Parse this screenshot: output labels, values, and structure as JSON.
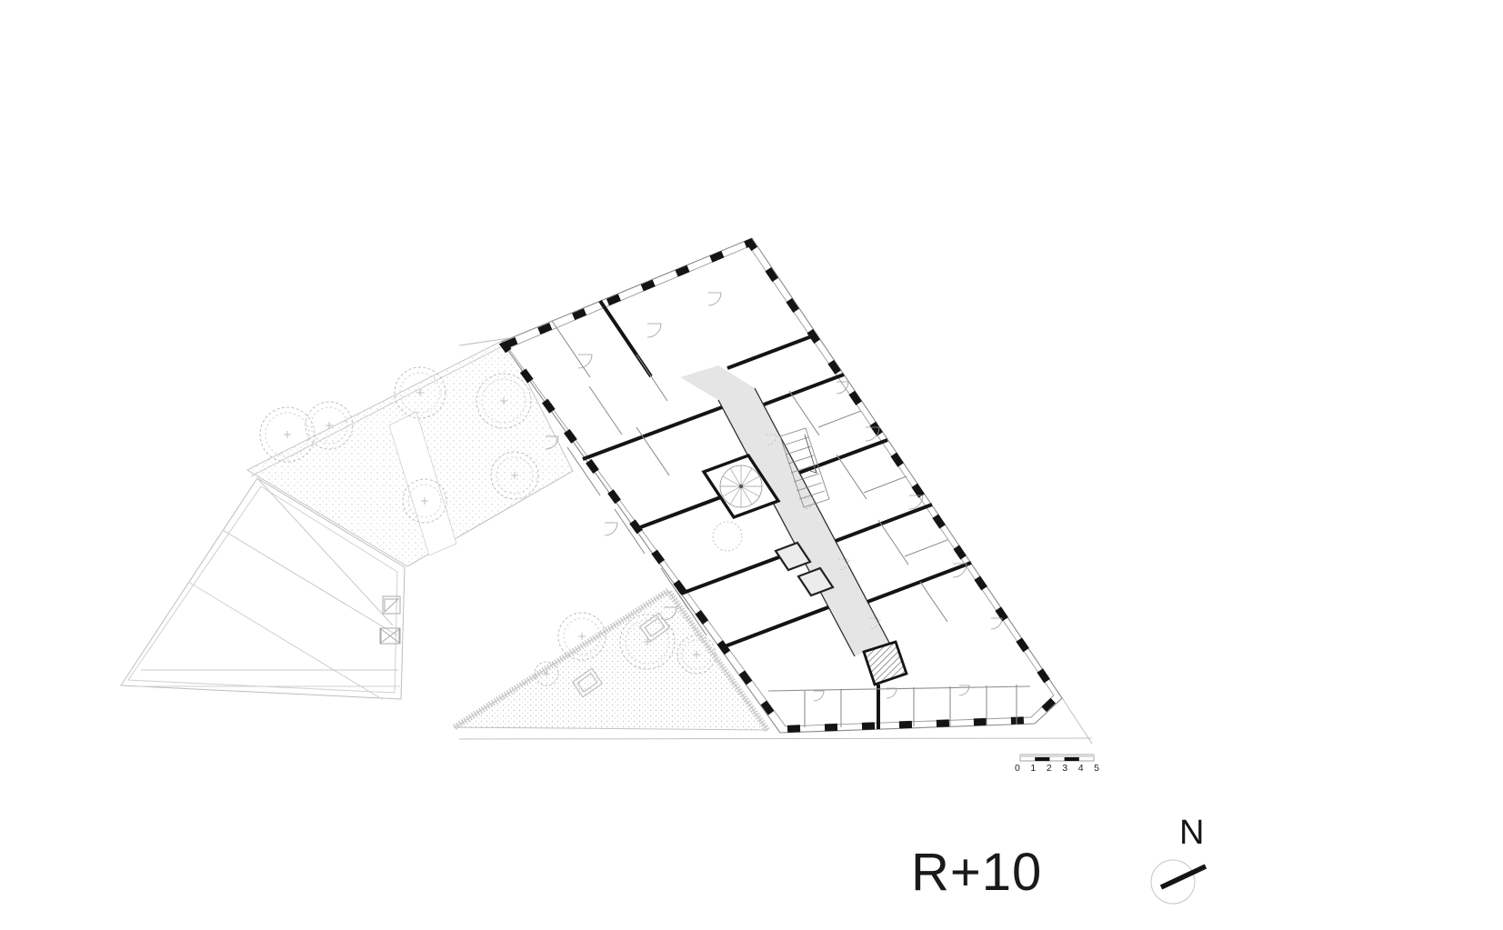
{
  "document": {
    "type": "architectural-floor-plan",
    "drawing_style": "black-and-white line drawing with light gray site context"
  },
  "labels": {
    "floor": "R+10",
    "compass_north": "N"
  },
  "scale_bar": {
    "labels": [
      "0",
      "1",
      "2",
      "3",
      "4",
      "5"
    ]
  },
  "colors": {
    "background": "#ffffff",
    "structural_walls": "#141414",
    "partitions": "#8f8f8f",
    "corridor_fill": "#e5e5e5",
    "elevator_fill": "#ececec",
    "context_lines": "#c0c0c0",
    "stipple": "#c9c9c9",
    "text": "#1a1a1a"
  },
  "plan_elements": {
    "main_building": "slanted residential block with perimeter piers and window bands",
    "core": [
      "spiral-stair",
      "straight-stair",
      "elevators",
      "hatched-shaft",
      "central-corridor"
    ],
    "context": [
      "neighbor-roof-plan",
      "courtyard-garden",
      "triangular-garden",
      "trees",
      "planters"
    ],
    "annotations": [
      "scale-bar",
      "north-arrow",
      "floor-label"
    ]
  }
}
